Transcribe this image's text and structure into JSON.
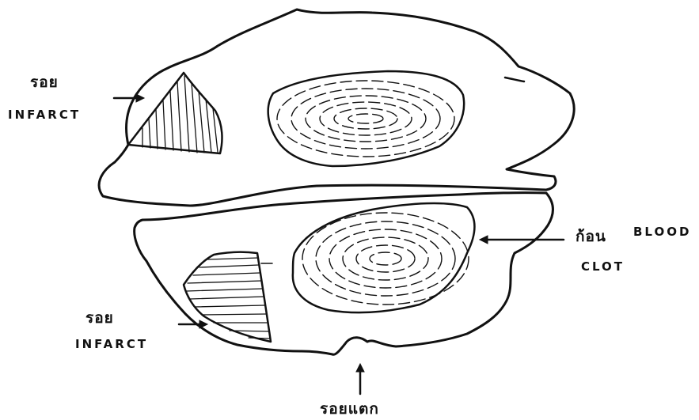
{
  "labels": {
    "infarct_top_thai": "รอย",
    "infarct_top_eng": "INFARCT",
    "infarct_bottom_thai": "รอย",
    "infarct_bottom_eng": "INFARCT",
    "clot_thai": "ก้อน",
    "clot_eng_1": "BLOOD",
    "clot_eng_2": "CLOT",
    "fissure_thai": "รอยแตก"
  },
  "colors": {
    "ink": "#111111",
    "paper": "#ffffff"
  }
}
